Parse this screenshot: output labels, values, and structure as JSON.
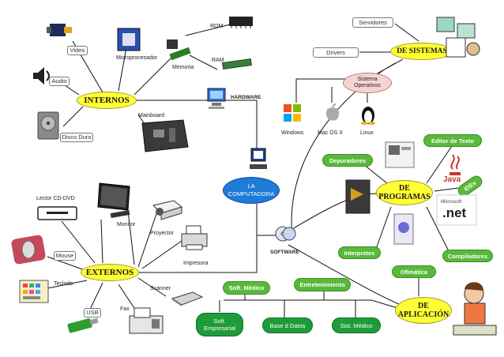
{
  "nodes": {
    "computadora": "LA COMPUTADORA",
    "internos": "INTERNOS",
    "externos": "EXTERNOS",
    "de_sistemas": "DE SISTEMAS",
    "de_programas": "DE PROGRAMAS",
    "de_aplicacion": "DE APLICACIÓN",
    "hardware": "HARDWARE",
    "software": "SOFTWARE"
  },
  "internos_items": {
    "video": "Video",
    "audio": "Audio",
    "disco_duro": "Disco Duro",
    "microprocesador": "Microprocesador",
    "memoria": "Memoria",
    "rom": "ROM",
    "ram": "RAM",
    "mainboard": "Mainboard"
  },
  "externos_items": {
    "lector_cd": "Lector CD-DVD",
    "monitor": "Monitor",
    "proyector": "Proyector",
    "impresora": "Impresora",
    "mouse": "Mouse",
    "teclado": "Teclado",
    "usb": "USB",
    "fax": "Fax",
    "scanner": "Scanner"
  },
  "sistemas_items": {
    "servidores": "Servidores",
    "drivers": "Drivers",
    "sistema_operativo": "Sistema Operativos",
    "windows": "Windows",
    "macos": "Mac OS X",
    "linux": "Linux"
  },
  "programas_items": {
    "editor_texto": "Editor de Texto",
    "depuradores": "Depuradores",
    "ides": "IDEs",
    "interpretes": "Interpretes",
    "compiladores": "Compiladores",
    "java": "Java",
    "net": ".net",
    "microsoft": "Microsoft"
  },
  "aplicacion_items": {
    "ofimatica": "Ofimática",
    "soft_medico": "Soft. Médico",
    "entretenimiento": "Entretenimiento",
    "soft_empresarial": "Soft. Empresarial",
    "base_datos": "Base d Datos",
    "sist_medico": "Sist. Médico"
  },
  "colors": {
    "yellow_node": "#ffff33",
    "blue_node": "#1f7bd8",
    "green_pill": "#58b93a",
    "green_box": "#1f9c3a"
  }
}
